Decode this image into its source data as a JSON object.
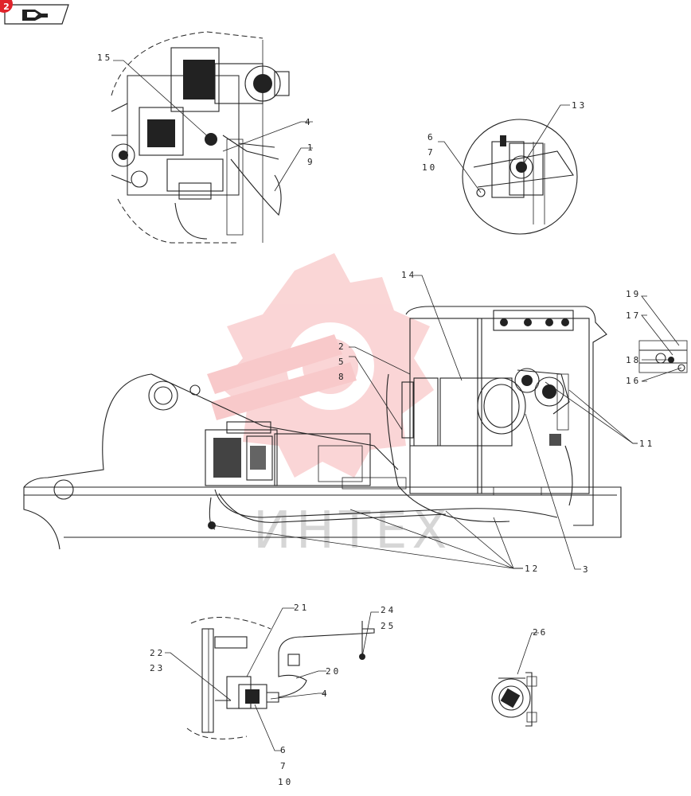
{
  "toolbar": {
    "badge_text": "2",
    "icon": "hand-point-icon",
    "badge_color": "#e0232b"
  },
  "watermark": {
    "text": "ИНТЕХ",
    "color": "#e8383d"
  },
  "callouts": {
    "c1": "1",
    "c2": "2",
    "c3": "3",
    "c4a": "4",
    "c4b": "4",
    "c5": "5",
    "c6a": "6",
    "c6b": "6",
    "c7a": "7",
    "c7b": "7",
    "c8": "8",
    "c9": "9",
    "c10a": "10",
    "c10b": "10",
    "c11": "11",
    "c12": "12",
    "c13": "13",
    "c14": "14",
    "c15": "15",
    "c16": "16",
    "c17": "17",
    "c18": "18",
    "c19": "19",
    "c20": "20",
    "c21": "21",
    "c22": "22",
    "c23": "23",
    "c24": "24",
    "c25": "25",
    "c26": "26"
  }
}
